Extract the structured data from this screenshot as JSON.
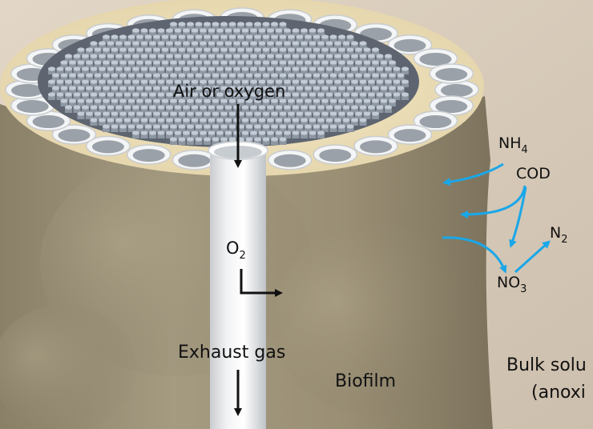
{
  "labels": {
    "air_or_oxygen": "Air or oxygen",
    "o2_main": "O",
    "o2_sub": "2",
    "exhaust_gas": "Exhaust gas",
    "biofilm": "Biofilm",
    "nh4_main": "NH",
    "nh4_sub": "4",
    "cod": "COD",
    "n2_main": "N",
    "n2_sub": "2",
    "no3_main": "NO",
    "no3_sub": "3",
    "bulk_solution_line1": "Bulk solu",
    "bulk_solution_line2": "(anoxi"
  },
  "colors": {
    "background": "#d8ccbd",
    "biofilm": "#a49a80",
    "biofilm_top": "#ede0b8",
    "fiber": "#b8c4cf",
    "arrow_blue": "#1aa7e8",
    "arrow_black": "#111111"
  }
}
